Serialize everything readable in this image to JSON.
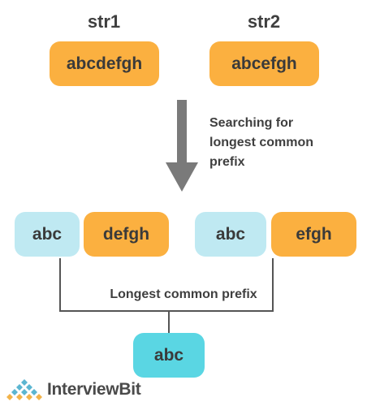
{
  "inputs": {
    "str1": {
      "label": "str1",
      "value": "abcdefgh"
    },
    "str2": {
      "label": "str2",
      "value": "abcefgh"
    }
  },
  "process": {
    "caption_lines": [
      "Searching for",
      "longest common",
      "prefix"
    ]
  },
  "split": {
    "str1": {
      "prefix": "abc",
      "rest": "defgh"
    },
    "str2": {
      "prefix": "abc",
      "rest": "efgh"
    }
  },
  "result": {
    "label": "Longest common prefix",
    "value": "abc"
  },
  "brand": {
    "name": "InterviewBit"
  },
  "colors": {
    "orange": "#fbb040",
    "light_blue": "#bfe9f2",
    "cyan": "#5ad6e3",
    "arrow_gray": "#7a7a7a",
    "line_gray": "#555555"
  }
}
